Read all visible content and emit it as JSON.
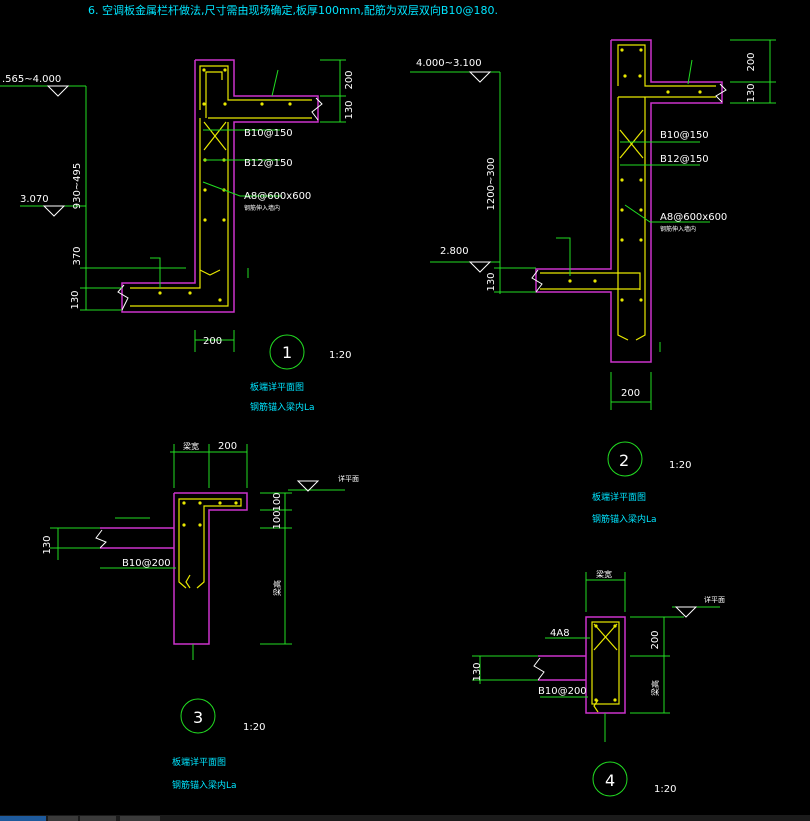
{
  "note": "6. 空调板金属栏杆做法,尺寸需由现场确定,板厚100mm,配筋为双层双向B10@180.",
  "colors": {
    "bg": "#000000",
    "green": "#22dd22",
    "magenta": "#cc33cc",
    "yellow": "#e8e800",
    "cyan": "#00e5ff",
    "white": "#ffffff"
  },
  "d1": {
    "elev_top": ".565~4.000",
    "elev_mid": "3.070",
    "dims_v": [
      "930~495",
      "370",
      "130"
    ],
    "dims_r": [
      "200",
      "130"
    ],
    "dim_b": "200",
    "rebar": [
      "B10@150",
      "B12@150",
      "A8@600x600"
    ],
    "rebar_small": "钢筋伸入墙内",
    "num": "1",
    "scale": "1:20",
    "title": "板端详平面图",
    "sub": "钢筋锚入梁内La"
  },
  "d2": {
    "elev_top": "4.000~3.100",
    "elev_mid": "2.800",
    "dims_v": [
      "1200~300",
      "130"
    ],
    "dims_r": [
      "200",
      "130"
    ],
    "dim_b": "200",
    "rebar": [
      "B10@150",
      "B12@150",
      "A8@600x600"
    ],
    "rebar_small": "钢筋伸入墙内",
    "num": "2",
    "scale": "1:20",
    "title": "板端详平面图",
    "sub": "钢筋锚入梁内La"
  },
  "d3": {
    "dims_top": [
      "梁宽",
      "200"
    ],
    "dims_r": [
      "100",
      "100",
      "梁高"
    ],
    "dim_l": "130",
    "rebar": "B10@200",
    "elev": "详平面",
    "num": "3",
    "scale": "1:20",
    "title": "板端详平面图",
    "sub": "钢筋锚入梁内La"
  },
  "d4": {
    "dim_top": "梁宽",
    "dims_r": [
      "200",
      "梁高"
    ],
    "dim_l": "130",
    "rebar": [
      "4A8",
      "B10@200"
    ],
    "elev": "详平面",
    "num": "4",
    "scale": "1:20"
  }
}
